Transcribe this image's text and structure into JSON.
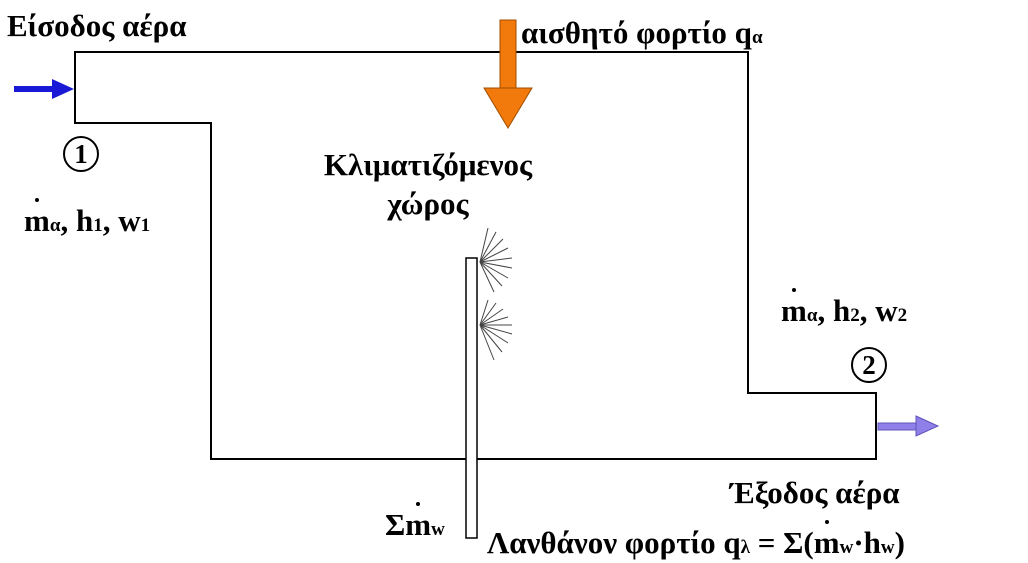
{
  "inlet": {
    "label": "Είσοδος αέρα",
    "station": "1"
  },
  "outlet": {
    "label": "Έξοδος αέρα",
    "station": "2"
  },
  "sensible_load": {
    "text": "αισθητό φορτίο q",
    "subscript": "α"
  },
  "room": {
    "line1": "Κλιματιζόμενος",
    "line2": "χώρος"
  },
  "state1": {
    "m": "m",
    "m_sub": "α",
    "h": ", h",
    "h_sub": "1",
    "w": ", w",
    "w_sub": "1"
  },
  "state2": {
    "m": "m",
    "m_sub": "α",
    "h": ", h",
    "h_sub": "2",
    "w": ", w",
    "w_sub": "2"
  },
  "water_flow": {
    "sigma": "Σ",
    "m": "m",
    "m_sub": "w"
  },
  "latent_load": {
    "text": "Λανθάνον φορτίο q",
    "q_sub": "λ",
    "eq": " = Σ(",
    "m": "m",
    "m_sub": "w",
    "mid": "·h",
    "h_sub": "w",
    "close": ")"
  },
  "colors": {
    "inlet_arrow": "#1a1ad6",
    "outlet_arrow": "#8f7fe8",
    "load_arrow": "#f27a0c",
    "outline": "#000000"
  }
}
